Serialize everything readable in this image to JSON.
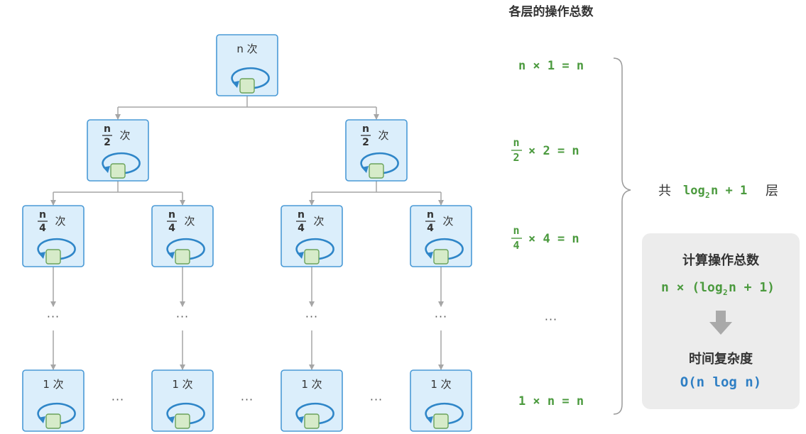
{
  "tree": {
    "levels": [
      {
        "label": {
          "type": "text",
          "text": "n 次"
        },
        "count": 1
      },
      {
        "label": {
          "type": "frac",
          "num": "n",
          "den": "2",
          "suffix": "次"
        },
        "count": 2
      },
      {
        "label": {
          "type": "frac",
          "num": "n",
          "den": "4",
          "suffix": "次"
        },
        "count": 4
      },
      {
        "label": {
          "type": "text",
          "text": "1 次"
        },
        "count": 4
      }
    ],
    "ellipsis": "···"
  },
  "ops": {
    "title": "各层的操作总数",
    "rows": [
      {
        "type": "text",
        "text": "n × 1 = n"
      },
      {
        "type": "frac",
        "num": "n",
        "den": "2",
        "rest": "× 2 = n"
      },
      {
        "type": "frac",
        "num": "n",
        "den": "4",
        "rest": "× 4 = n"
      },
      {
        "type": "text",
        "text": "···"
      },
      {
        "type": "text",
        "text": "1 × n = n"
      }
    ]
  },
  "layers": {
    "prefix": "共",
    "log": "log",
    "base": "2",
    "expr": "n + 1",
    "suffix": "层"
  },
  "summary": {
    "title1": "计算操作总数",
    "formula_pre": "n × (log",
    "formula_sub": "2",
    "formula_post": "n + 1)",
    "title2": "时间复杂度",
    "result": "O(n log n)"
  }
}
